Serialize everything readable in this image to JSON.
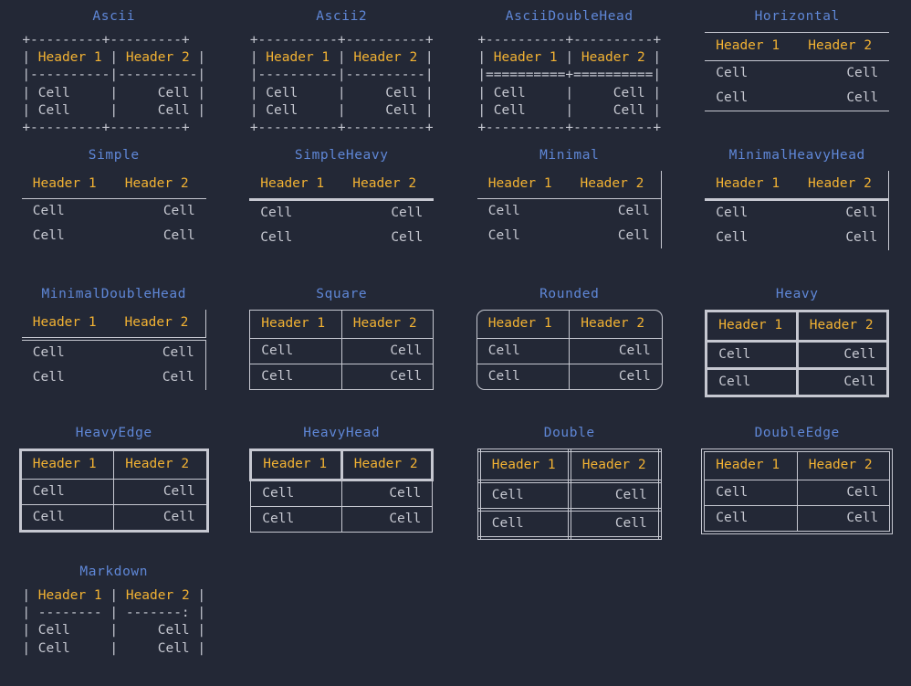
{
  "theme": {
    "background": "#232836",
    "title_color": "#5f87d7",
    "header_color": "#f2b233",
    "cell_color": "#c6c8d1",
    "border_color": "#c6c8d1"
  },
  "labels": {
    "header1": "Header 1",
    "header2": "Header 2",
    "cell": "Cell"
  },
  "tables": [
    {
      "title": "Ascii",
      "kind": "ascii",
      "lines": [
        "+---------+---------+",
        "| Header 1 | Header 2 |",
        "|----------|----------|",
        "| Cell     |     Cell |",
        "| Cell     |     Cell |",
        "+---------+---------+"
      ]
    },
    {
      "title": "Ascii2",
      "kind": "ascii",
      "lines": [
        "+----------+----------+",
        "| Header 1 | Header 2 |",
        "|----------|----------|",
        "| Cell     |     Cell |",
        "| Cell     |     Cell |",
        "+----------+----------+"
      ]
    },
    {
      "title": "AsciiDoubleHead",
      "kind": "ascii",
      "lines": [
        "+----------+----------+",
        "| Header 1 | Header 2 |",
        "|==========+==========|",
        "| Cell     |     Cell |",
        "| Cell     |     Cell |",
        "+----------+----------+"
      ]
    },
    {
      "title": "Horizontal",
      "kind": "box",
      "style": "s-horizontal"
    },
    {
      "title": "Simple",
      "kind": "box",
      "style": "s-simple"
    },
    {
      "title": "SimpleHeavy",
      "kind": "box",
      "style": "s-simpleheavy"
    },
    {
      "title": "Minimal",
      "kind": "box",
      "style": "s-minimal"
    },
    {
      "title": "MinimalHeavyHead",
      "kind": "box",
      "style": "s-minimalheavyhead"
    },
    {
      "title": "MinimalDoubleHead",
      "kind": "box",
      "style": "s-minimaldoublehead"
    },
    {
      "title": "Square",
      "kind": "box",
      "style": "s-square"
    },
    {
      "title": "Rounded",
      "kind": "box",
      "style": "s-rounded"
    },
    {
      "title": "Heavy",
      "kind": "box",
      "style": "s-heavy"
    },
    {
      "title": "HeavyEdge",
      "kind": "box",
      "style": "s-heavyedge"
    },
    {
      "title": "HeavyHead",
      "kind": "box",
      "style": "s-heavyhead"
    },
    {
      "title": "Double",
      "kind": "box",
      "style": "s-double"
    },
    {
      "title": "DoubleEdge",
      "kind": "box",
      "style": "s-doubleedge"
    },
    {
      "title": "Markdown",
      "kind": "ascii",
      "lines": [
        "| Header 1 | Header 2 |",
        "| -------- | -------: |",
        "| Cell     |     Cell |",
        "| Cell     |     Cell |"
      ]
    }
  ]
}
